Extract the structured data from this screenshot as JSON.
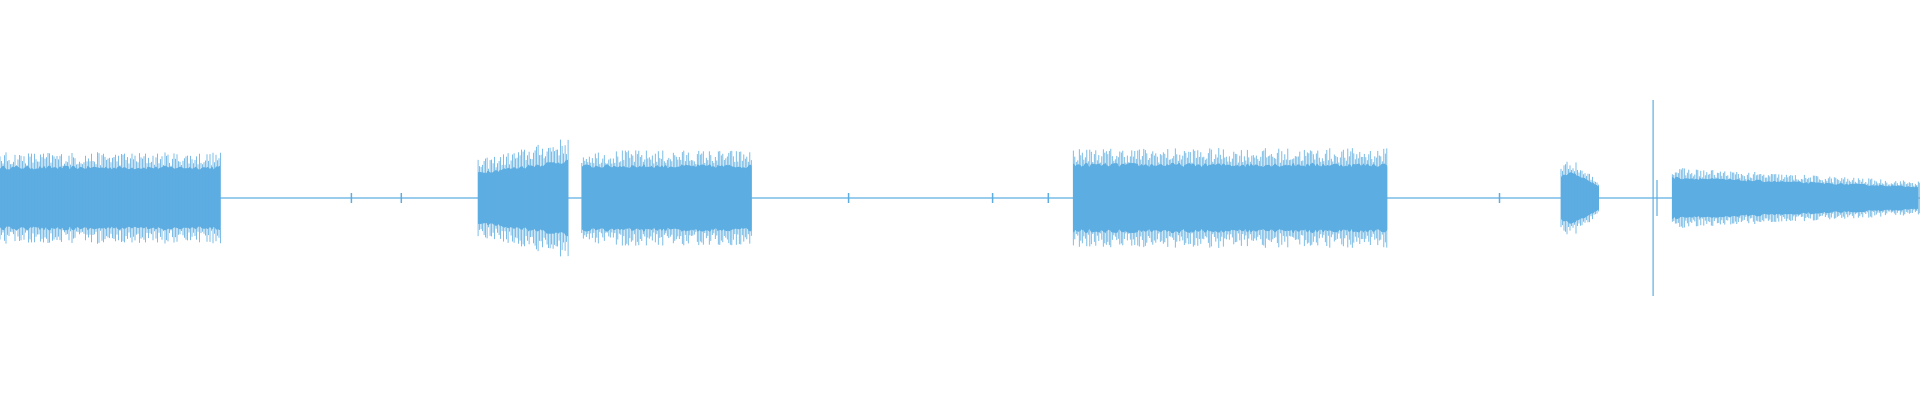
{
  "waveform": {
    "color": "#5dade2",
    "background": "#ffffff",
    "segments": [
      {
        "start": 0.0,
        "end": 0.115,
        "amp": 0.45,
        "style": "dense"
      },
      {
        "start": 0.249,
        "end": 0.296,
        "amp": 0.5,
        "style": "swell"
      },
      {
        "start": 0.303,
        "end": 0.392,
        "amp": 0.47,
        "style": "dense"
      },
      {
        "start": 0.559,
        "end": 0.723,
        "amp": 0.49,
        "style": "dense"
      },
      {
        "start": 0.813,
        "end": 0.833,
        "amp": 0.38,
        "style": "decay"
      },
      {
        "start": 0.871,
        "end": 1.0,
        "amp": 0.3,
        "style": "fade"
      }
    ],
    "spikes": [
      {
        "at": 0.861,
        "amp": 0.98
      },
      {
        "at": 0.863,
        "amp": 0.18
      }
    ],
    "blips": [
      0.183,
      0.209,
      0.442,
      0.517,
      0.546,
      0.781
    ]
  }
}
